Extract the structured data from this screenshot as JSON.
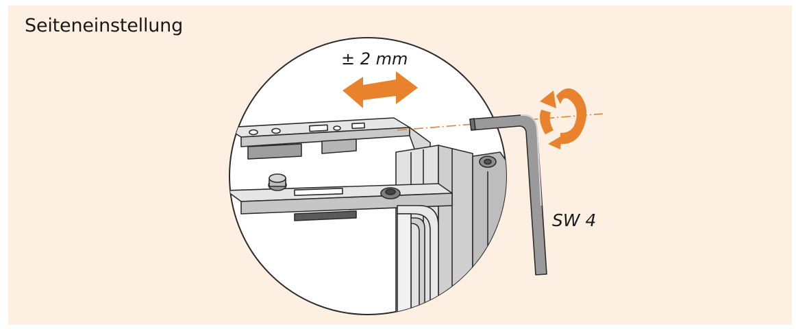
{
  "title": "Seiteneinstellung",
  "labels": {
    "adjustment_range": "± 2 mm",
    "wrench_size": "SW 4"
  },
  "colors": {
    "background": "#fdf0e2",
    "accent": "#e9822c",
    "line": "#2b2b2b"
  },
  "icons": {
    "arrow": "double-arrow-left-right-icon",
    "rotation": "rotation-arrow-icon",
    "tool": "hex-key-icon"
  }
}
